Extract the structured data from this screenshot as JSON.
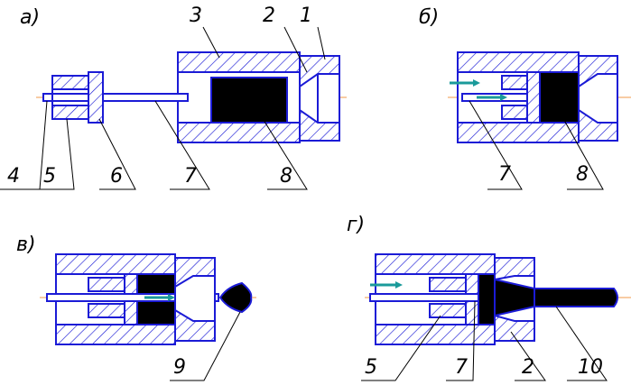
{
  "views": {
    "a": {
      "label": "а)",
      "callouts": [
        "1",
        "2",
        "3",
        "4",
        "5",
        "6",
        "7",
        "8"
      ]
    },
    "b": {
      "label": "б)",
      "callouts": [
        "7",
        "8"
      ]
    },
    "v": {
      "label": "в)",
      "callouts": [
        "9"
      ]
    },
    "g": {
      "label": "г)",
      "callouts": [
        "5",
        "7",
        "2",
        "10"
      ]
    }
  },
  "colors": {
    "outline": "#1b1bd6",
    "axis": "#f09a4a",
    "flow_arrow": "#1a9a9a",
    "fill": "#000000"
  }
}
